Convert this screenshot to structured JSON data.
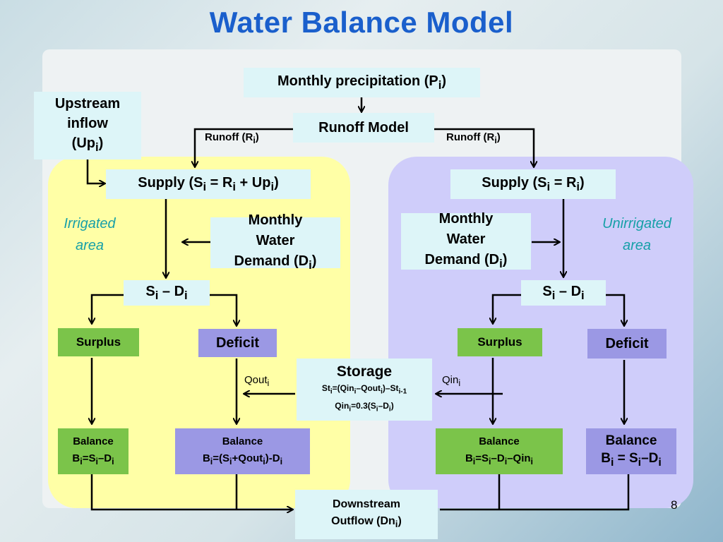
{
  "title": "Water Balance Model",
  "page_number": "8",
  "nodes": {
    "precip": {
      "text": "Monthly precipitation (P",
      "sub": "i",
      "tail": ")"
    },
    "upstream": {
      "l1": "Upstream",
      "l2": "inflow",
      "l3a": "(Up",
      "l3sub": "i",
      "l3b": ")"
    },
    "runoff_model": "Runoff Model",
    "supply_irr": {
      "a": "Supply (S",
      "s1": "i",
      "b": " = R",
      "s2": "i",
      "c": " + Up",
      "s3": "i",
      "d": ")"
    },
    "supply_unirr": {
      "a": "Supply (S",
      "s1": "i",
      "b": " = R",
      "s2": "i",
      "c": ")"
    },
    "demand_irr": {
      "l1": "Monthly",
      "l2": "Water",
      "l3a": "Demand (D",
      "l3sub": "i",
      "l3b": ")"
    },
    "demand_unirr": {
      "l1": "Monthly",
      "l2": "Water",
      "l3a": "Demand (D",
      "l3sub": "i",
      "l3b": ")"
    },
    "sd_irr": {
      "a": "S",
      "s1": "i",
      "b": " – D",
      "s2": "i"
    },
    "sd_unirr": {
      "a": "S",
      "s1": "i",
      "b": " – D",
      "s2": "i"
    },
    "surplus": "Surplus",
    "deficit": "Deficit",
    "storage": {
      "head": "Storage",
      "f1": {
        "a": "St",
        "s1": "i",
        "b": "=(Qin",
        "s2": "i",
        "c": "–Qout",
        "s3": "i",
        "d": ")–St",
        "s4": "i-1"
      },
      "f2": {
        "a": "Qin",
        "s1": "i",
        "b": "=0.3(S",
        "s2": "i",
        "c": "–D",
        "s3": "i",
        "d": ")"
      }
    },
    "bal1": {
      "head": "Balance",
      "a": "B",
      "s1": "i",
      "b": "=S",
      "s2": "i",
      "c": "–D",
      "s3": "i"
    },
    "bal2": {
      "head": "Balance",
      "a": "B",
      "s1": "i",
      "b": "=(S",
      "s2": "i",
      "c": "+Qout",
      "s3": "i",
      "d": ")-D",
      "s4": "i"
    },
    "bal3": {
      "head": "Balance",
      "a": "B",
      "s1": "i",
      "b": "=S",
      "s2": "i",
      "c": "–D",
      "s3": "i",
      "d": "–Qin",
      "s4": "i"
    },
    "bal4": {
      "head": "Balance",
      "a": "B",
      "s1": "i",
      "b": " = S",
      "s2": "i",
      "c": "–D",
      "s3": "i"
    },
    "downstream": {
      "l1": "Downstream",
      "l2a": "Outflow (Dn",
      "l2sub": "i",
      "l2b": ")"
    }
  },
  "labels": {
    "runoff_left": {
      "a": "Runoff (R",
      "s": "i",
      "b": ")"
    },
    "runoff_right": {
      "a": "Runoff (R",
      "s": "i",
      "b": ")"
    },
    "qout": {
      "a": "Qout",
      "s": "i"
    },
    "qin": {
      "a": "Qin",
      "s": "i"
    },
    "irrigated": {
      "l1": "Irrigated",
      "l2": "area"
    },
    "unirrigated": {
      "l1": "Unirrigated",
      "l2": "area"
    }
  }
}
